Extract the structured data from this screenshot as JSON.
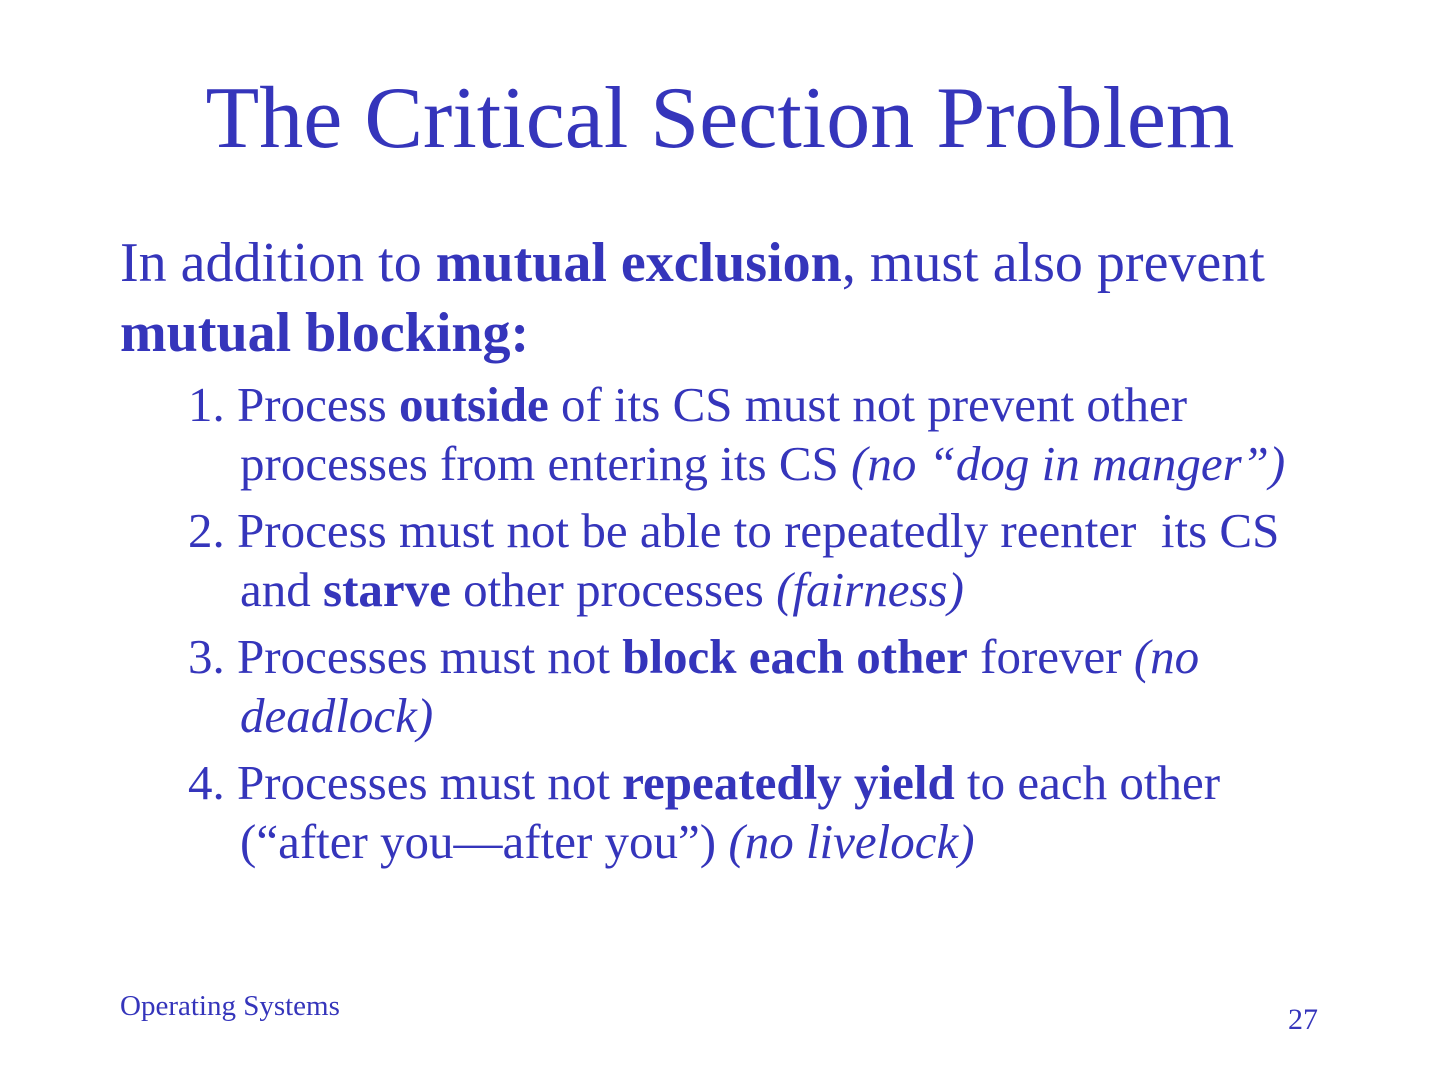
{
  "slide": {
    "background": "#ffffff",
    "text_color": "#3535bb",
    "title": "The Critical Section Problem",
    "intro": {
      "lines": [
        [
          {
            "t": "In addition to ",
            "s": "r"
          },
          {
            "t": "mutual exclusion",
            "s": "b"
          },
          {
            "t": ", must also prevent",
            "s": "r"
          }
        ],
        [
          {
            "t": "mutual blocking:",
            "s": "b"
          }
        ]
      ]
    },
    "items": [
      {
        "lines": [
          [
            {
              "t": "1. Process ",
              "s": "r"
            },
            {
              "t": "outside",
              "s": "b"
            },
            {
              "t": " of its CS must not prevent other",
              "s": "r"
            }
          ],
          [
            {
              "t": "processes from entering its CS ",
              "s": "r"
            },
            {
              "t": "(no “dog in manger”)",
              "s": "i"
            }
          ]
        ]
      },
      {
        "lines": [
          [
            {
              "t": "2. Process must not be able to repeatedly reenter  its CS",
              "s": "r"
            }
          ],
          [
            {
              "t": "and ",
              "s": "r"
            },
            {
              "t": "starve",
              "s": "b"
            },
            {
              "t": " other processes ",
              "s": "r"
            },
            {
              "t": "(fairness)",
              "s": "i"
            }
          ]
        ]
      },
      {
        "lines": [
          [
            {
              "t": "3. Processes must not ",
              "s": "r"
            },
            {
              "t": "block each other",
              "s": "b"
            },
            {
              "t": " forever ",
              "s": "r"
            },
            {
              "t": "(no",
              "s": "i"
            }
          ],
          [
            {
              "t": "deadlock)",
              "s": "i"
            }
          ]
        ]
      },
      {
        "lines": [
          [
            {
              "t": "4. Processes must not ",
              "s": "r"
            },
            {
              "t": "repeatedly yield",
              "s": "b"
            },
            {
              "t": " to each other",
              "s": "r"
            }
          ],
          [
            {
              "t": "(“after you—after you”) ",
              "s": "r"
            },
            {
              "t": "(no livelock)",
              "s": "i"
            }
          ]
        ]
      }
    ],
    "footer": {
      "course": "Operating Systems",
      "page_number": "27"
    }
  }
}
